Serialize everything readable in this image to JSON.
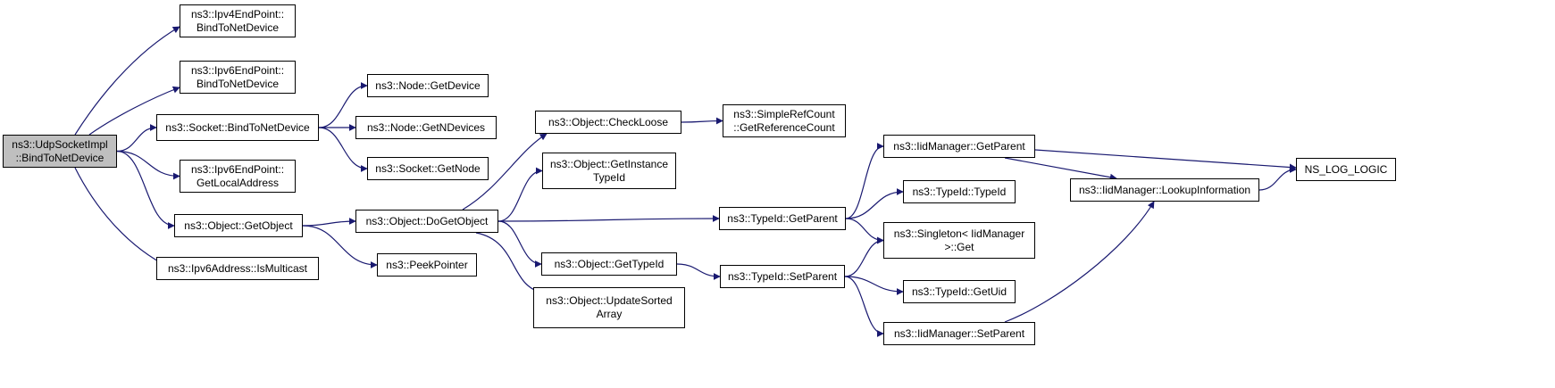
{
  "colors": {
    "edge": "#191970",
    "border": "#000000",
    "root_fill": "#bfbfbf",
    "node_fill": "#ffffff"
  },
  "nodes": {
    "udp": {
      "lines": [
        "ns3::UdpSocketImpl",
        "::BindToNetDevice"
      ],
      "root": true
    },
    "ipv4ep_bind": {
      "lines": [
        "ns3::Ipv4EndPoint::",
        "BindToNetDevice"
      ]
    },
    "ipv6ep_bind": {
      "lines": [
        "ns3::Ipv6EndPoint::",
        "BindToNetDevice"
      ]
    },
    "socket_bind": {
      "lines": [
        "ns3::Socket::BindToNetDevice"
      ]
    },
    "ipv6ep_local": {
      "lines": [
        "ns3::Ipv6EndPoint::",
        "GetLocalAddress"
      ]
    },
    "object_getobject": {
      "lines": [
        "ns3::Object::GetObject"
      ]
    },
    "ipv6addr_multicast": {
      "lines": [
        "ns3::Ipv6Address::IsMulticast"
      ]
    },
    "node_getdevice": {
      "lines": [
        "ns3::Node::GetDevice"
      ]
    },
    "node_getndevices": {
      "lines": [
        "ns3::Node::GetNDevices"
      ]
    },
    "socket_getnode": {
      "lines": [
        "ns3::Socket::GetNode"
      ]
    },
    "object_dogetobject": {
      "lines": [
        "ns3::Object::DoGetObject"
      ]
    },
    "peekpointer": {
      "lines": [
        "ns3::PeekPointer"
      ]
    },
    "object_checkloose": {
      "lines": [
        "ns3::Object::CheckLoose"
      ]
    },
    "object_getinstancetypeid": {
      "lines": [
        "ns3::Object::GetInstance",
        "TypeId"
      ]
    },
    "object_gettypeid": {
      "lines": [
        "ns3::Object::GetTypeId"
      ]
    },
    "object_updatesorted": {
      "lines": [
        "ns3::Object::UpdateSorted",
        "Array"
      ]
    },
    "simplerefcount": {
      "lines": [
        "ns3::SimpleRefCount",
        "::GetReferenceCount"
      ]
    },
    "typeid_getparent": {
      "lines": [
        "ns3::TypeId::GetParent"
      ]
    },
    "typeid_setparent": {
      "lines": [
        "ns3::TypeId::SetParent"
      ]
    },
    "iid_getparent": {
      "lines": [
        "ns3::IidManager::GetParent"
      ]
    },
    "typeid_typeid": {
      "lines": [
        "ns3::TypeId::TypeId"
      ]
    },
    "singleton_get": {
      "lines": [
        "ns3::Singleton< IidManager",
        ">::Get"
      ]
    },
    "typeid_getuid": {
      "lines": [
        "ns3::TypeId::GetUid"
      ]
    },
    "iid_setparent": {
      "lines": [
        "ns3::IidManager::SetParent"
      ]
    },
    "iid_lookup": {
      "lines": [
        "ns3::IidManager::LookupInformation"
      ]
    },
    "ns_log_logic": {
      "lines": [
        "NS_LOG_LOGIC"
      ]
    }
  },
  "edges": [
    [
      "udp",
      "ipv4ep_bind"
    ],
    [
      "udp",
      "ipv6ep_bind"
    ],
    [
      "udp",
      "socket_bind"
    ],
    [
      "udp",
      "ipv6ep_local"
    ],
    [
      "udp",
      "object_getobject"
    ],
    [
      "udp",
      "ipv6addr_multicast"
    ],
    [
      "socket_bind",
      "node_getdevice"
    ],
    [
      "socket_bind",
      "node_getndevices"
    ],
    [
      "socket_bind",
      "socket_getnode"
    ],
    [
      "object_getobject",
      "object_dogetobject"
    ],
    [
      "object_getobject",
      "peekpointer"
    ],
    [
      "object_dogetobject",
      "object_checkloose"
    ],
    [
      "object_dogetobject",
      "object_getinstancetypeid"
    ],
    [
      "object_dogetobject",
      "typeid_getparent"
    ],
    [
      "object_dogetobject",
      "object_gettypeid"
    ],
    [
      "object_dogetobject",
      "object_updatesorted"
    ],
    [
      "object_checkloose",
      "simplerefcount"
    ],
    [
      "object_gettypeid",
      "typeid_setparent"
    ],
    [
      "typeid_getparent",
      "iid_getparent"
    ],
    [
      "typeid_getparent",
      "typeid_typeid"
    ],
    [
      "typeid_getparent",
      "singleton_get"
    ],
    [
      "typeid_setparent",
      "singleton_get"
    ],
    [
      "typeid_setparent",
      "typeid_getuid"
    ],
    [
      "typeid_setparent",
      "iid_setparent"
    ],
    [
      "iid_getparent",
      "iid_lookup"
    ],
    [
      "iid_getparent",
      "ns_log_logic"
    ],
    [
      "iid_setparent",
      "iid_lookup"
    ],
    [
      "iid_lookup",
      "ns_log_logic"
    ]
  ]
}
